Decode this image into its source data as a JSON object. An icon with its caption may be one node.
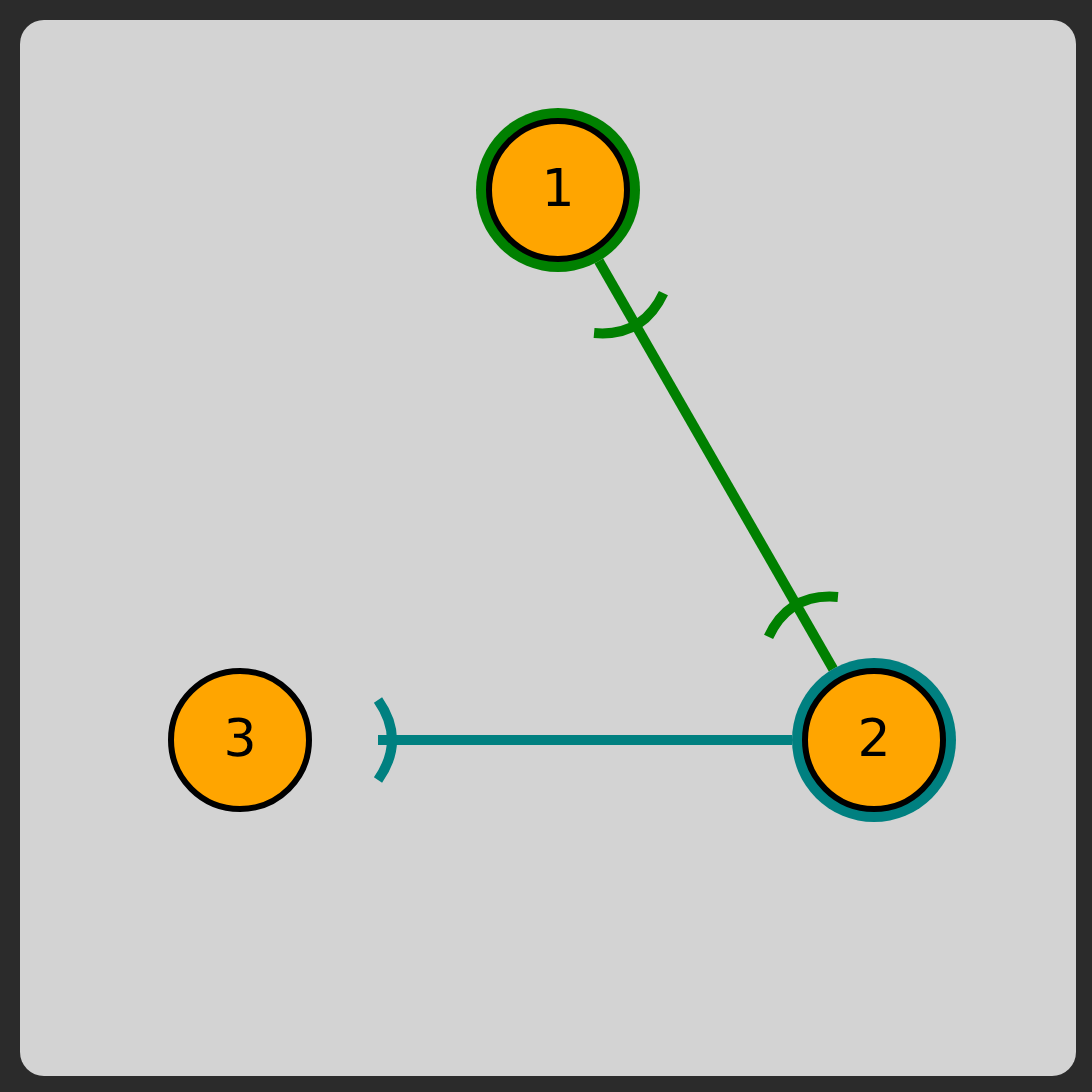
{
  "diagram": {
    "nodes": [
      {
        "text": [
          "1"
        ]
      },
      {
        "text": [
          "2"
        ]
      },
      {
        "text": [
          "3"
        ]
      }
    ],
    "edges": [
      {
        "from": 0,
        "to": 1,
        "arrow": "other",
        "color": "#008000"
      },
      {
        "from": 1,
        "to": 2,
        "arrow": "other",
        "color": "#008080"
      }
    ]
  }
}
